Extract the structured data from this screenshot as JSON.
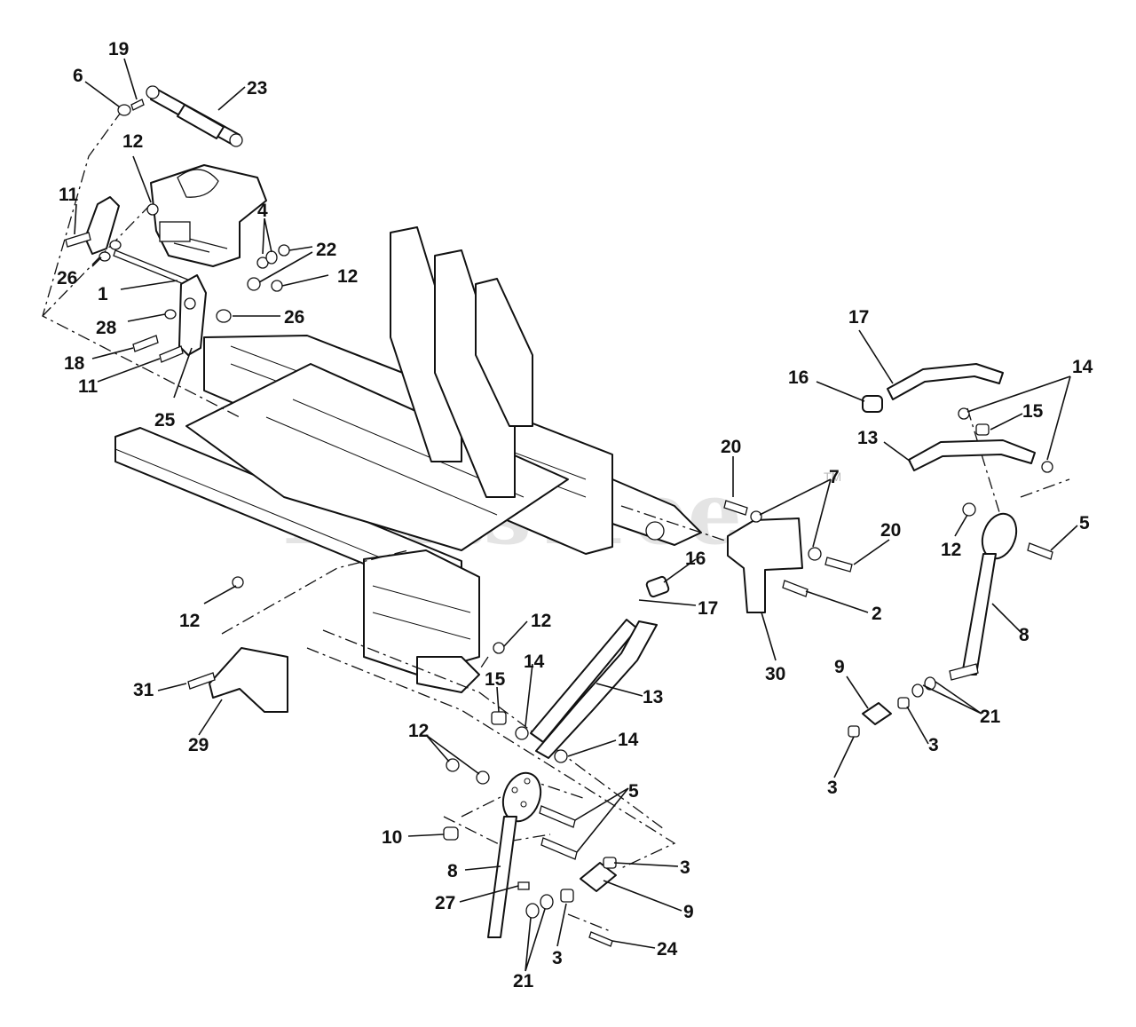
{
  "watermark": {
    "text": "PartsTree",
    "tm": "TM"
  },
  "callouts": [
    {
      "label": "19",
      "name": "callout-19"
    },
    {
      "label": "6",
      "name": "callout-6"
    },
    {
      "label": "23",
      "name": "callout-23"
    },
    {
      "label": "12",
      "name": "callout-12-a"
    },
    {
      "label": "11",
      "name": "callout-11-a"
    },
    {
      "label": "4",
      "name": "callout-4"
    },
    {
      "label": "22",
      "name": "callout-22"
    },
    {
      "label": "26",
      "name": "callout-26-a"
    },
    {
      "label": "12",
      "name": "callout-12-b"
    },
    {
      "label": "1",
      "name": "callout-1"
    },
    {
      "label": "28",
      "name": "callout-28"
    },
    {
      "label": "26",
      "name": "callout-26-b"
    },
    {
      "label": "18",
      "name": "callout-18"
    },
    {
      "label": "11",
      "name": "callout-11-b"
    },
    {
      "label": "25",
      "name": "callout-25"
    },
    {
      "label": "17",
      "name": "callout-17-a"
    },
    {
      "label": "16",
      "name": "callout-16-a"
    },
    {
      "label": "14",
      "name": "callout-14-a"
    },
    {
      "label": "15",
      "name": "callout-15-a"
    },
    {
      "label": "13",
      "name": "callout-13-a"
    },
    {
      "label": "20",
      "name": "callout-20-a"
    },
    {
      "label": "7",
      "name": "callout-7"
    },
    {
      "label": "20",
      "name": "callout-20-b"
    },
    {
      "label": "5",
      "name": "callout-5-a"
    },
    {
      "label": "12",
      "name": "callout-12-c"
    },
    {
      "label": "16",
      "name": "callout-16-b"
    },
    {
      "label": "17",
      "name": "callout-17-b"
    },
    {
      "label": "2",
      "name": "callout-2"
    },
    {
      "label": "8",
      "name": "callout-8-a"
    },
    {
      "label": "12",
      "name": "callout-12-d"
    },
    {
      "label": "12",
      "name": "callout-12-e"
    },
    {
      "label": "30",
      "name": "callout-30"
    },
    {
      "label": "9",
      "name": "callout-9-a"
    },
    {
      "label": "14",
      "name": "callout-14-b"
    },
    {
      "label": "15",
      "name": "callout-15-b"
    },
    {
      "label": "13",
      "name": "callout-13-b"
    },
    {
      "label": "21",
      "name": "callout-21-a"
    },
    {
      "label": "3",
      "name": "callout-3-a"
    },
    {
      "label": "31",
      "name": "callout-31"
    },
    {
      "label": "29",
      "name": "callout-29"
    },
    {
      "label": "14",
      "name": "callout-14-c"
    },
    {
      "label": "3",
      "name": "callout-3-b"
    },
    {
      "label": "12",
      "name": "callout-12-f"
    },
    {
      "label": "5",
      "name": "callout-5-b"
    },
    {
      "label": "10",
      "name": "callout-10"
    },
    {
      "label": "8",
      "name": "callout-8-b"
    },
    {
      "label": "3",
      "name": "callout-3-c"
    },
    {
      "label": "27",
      "name": "callout-27"
    },
    {
      "label": "9",
      "name": "callout-9-b"
    },
    {
      "label": "3",
      "name": "callout-3-d"
    },
    {
      "label": "24",
      "name": "callout-24"
    },
    {
      "label": "21",
      "name": "callout-21-b"
    }
  ]
}
